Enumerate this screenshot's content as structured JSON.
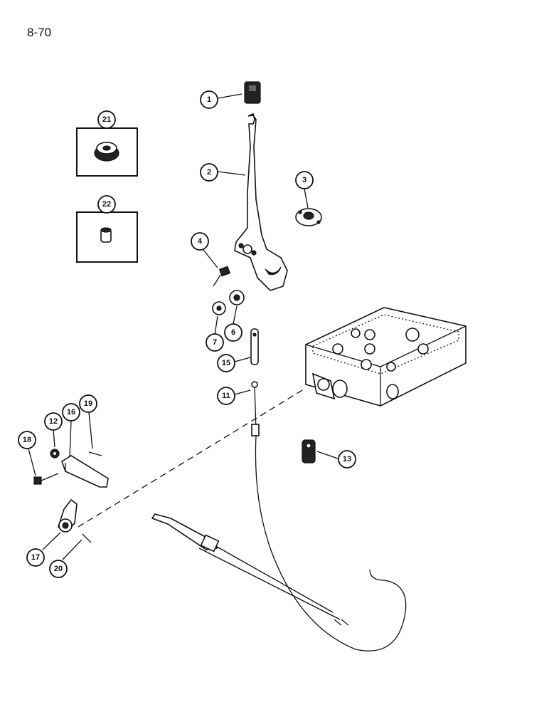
{
  "page_number": "8-70",
  "callouts": [
    "1",
    "2",
    "3",
    "4",
    "6",
    "7",
    "11",
    "12",
    "13",
    "15",
    "16",
    "17",
    "18",
    "19",
    "20",
    "21",
    "22"
  ]
}
